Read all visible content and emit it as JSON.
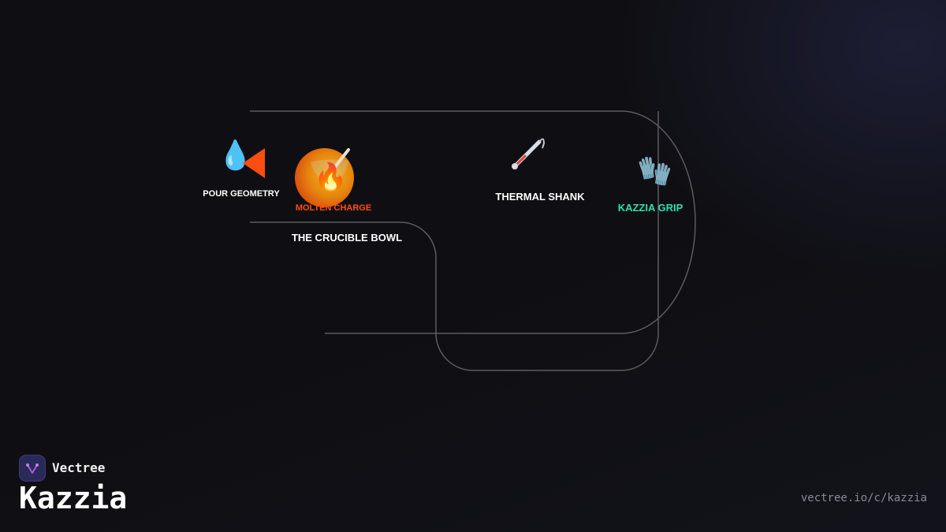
{
  "nodes": {
    "pour_geometry": {
      "label": "POUR GEOMETRY",
      "icon": "droplet-icon",
      "arrow": "play-left-icon"
    },
    "crucible_bowl": {
      "label": "THE CRUCIBLE BOWL",
      "sublabel": "MOLTEN CHARGE",
      "icon": "fire-icon"
    },
    "thermal_shank": {
      "label": "THERMAL SHANK",
      "icon": "thermometer-icon"
    },
    "kazzia_grip": {
      "label": "KAZZIA GRIP",
      "icon": "gloves-icon"
    }
  },
  "brand": {
    "name": "Vectree",
    "logo": "vectree-logo-icon"
  },
  "title": "Kazzia",
  "url": "vectree.io/c/kazzia",
  "colors": {
    "background": "#0f0f13",
    "line": "#5a5a60",
    "accent_orange": "#ff4d12",
    "accent_teal": "#2de0b0",
    "text": "#ffffff"
  }
}
